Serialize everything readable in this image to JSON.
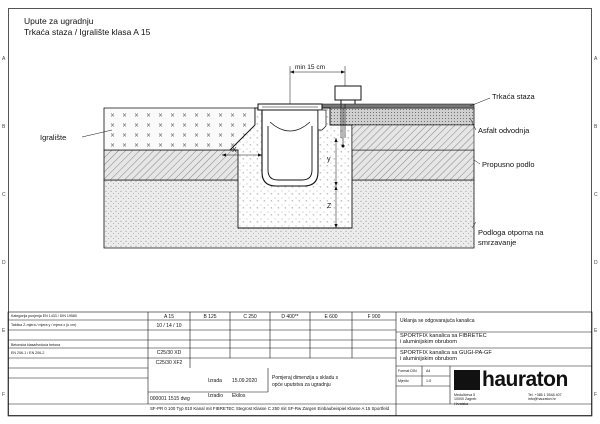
{
  "header": {
    "title": "Upute za ugradnju",
    "subtitle": "Trkaća staza / Igralište klasa A 15"
  },
  "drawing": {
    "dim_top": "min 15 cm",
    "dim_x": "X",
    "dim_y": "y",
    "dim_z": "Z",
    "labels": {
      "left": "Igralište",
      "track": "Trkaća staza",
      "asphalt": "Asfalt odvodnja",
      "permeable": "Propusno podlo",
      "frost_line1": "Podloga otporna na",
      "frost_line2": "smrzavanje"
    },
    "colors": {
      "line": "#111111",
      "hatch": "#444444",
      "fill_light": "#f2f2f2"
    }
  },
  "title_block": {
    "left_rows": [
      "Kategorija punjenja EN 1433 / DIN 19580",
      "Tablica Z-mjera / mjera y / mjera x (u cm)",
      "Betonska klasa/tvrdoća betona",
      "EN 206-1 / EN 206-2",
      "",
      ""
    ],
    "classes": [
      "A 15",
      "B 125",
      "C 250",
      "D 400**",
      "E 600",
      "F 900"
    ],
    "row2_value": "10 / 14 / 10",
    "row3_value": "C25/30 XD",
    "row4_value": "C25/30 XF2",
    "date_label": "Izrada",
    "date_value": "15.09.2020",
    "author_label": "Izradio",
    "author_value": "Ekilos",
    "note_label": "Pomjeraj dimenzija u skladu s",
    "note_line2": "opće uputstva za ugradnju",
    "code": "000001 1515 dwg",
    "footer": "SF-PR 0 100 Typ 010 Kanal mit FIBRETEC Stegrost Klasse C 250 mit SF-Rw Zargen Einbaubeispiel Klasse A 15 Sportfeld",
    "desc_header": "Uklanja se odgovarajuća kanalica",
    "desc1_line1": "SPORTFIX kanalica sa FIBRETEC",
    "desc1_line2": "i aluminijskim obrubom",
    "desc2_line1": "SPORTFIX kanalica sa GUGI-PA-GF",
    "desc2_line2": "i aluminijskim obrubom",
    "format_label": "Format DIN",
    "format_value": "A4",
    "scale_label": "Mjerilo",
    "scale_value": "1:5",
    "brand": "hauraton",
    "address": "Medulićeva 5\n10000 Zagreb\nHrvatska",
    "contact": "Tel. +385 1 5548 407\ninfo@hauraton.hr"
  },
  "edge_letters": [
    "A",
    "B",
    "C",
    "D",
    "E",
    "F"
  ]
}
